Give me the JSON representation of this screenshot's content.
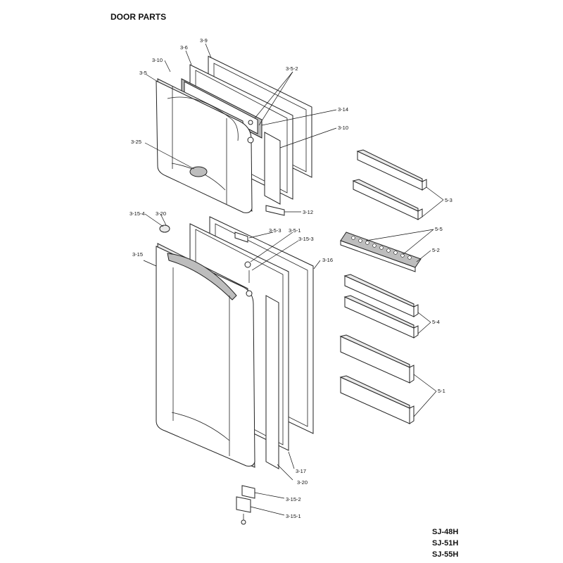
{
  "title": "DOOR PARTS",
  "models": [
    "SJ-48H",
    "SJ-51H",
    "SJ-55H"
  ],
  "callouts": {
    "c_3_9": "3-9",
    "c_3_6": "3-6",
    "c_3_10a": "3-10",
    "c_3_5": "3-5",
    "c_3_5_2": "3-5-2",
    "c_3_14": "3-14",
    "c_3_10b": "3-10",
    "c_3_25": "3-25",
    "c_3_12": "3-12",
    "c_3_15_4": "3-15-4",
    "c_3_20a": "3-20",
    "c_3_5_3": "3-5-3",
    "c_3_5_1": "3-5-1",
    "c_3_15_3": "3-15-3",
    "c_3_15": "3-15",
    "c_3_16": "3-16",
    "c_3_17": "3-17",
    "c_3_20b": "3-20",
    "c_3_15_2": "3-15-2",
    "c_3_15_1": "3-15-1",
    "c_5_3": "5-3",
    "c_5_5": "5-5",
    "c_5_2": "5-2",
    "c_5_4": "5-4",
    "c_5_1": "5-1"
  }
}
